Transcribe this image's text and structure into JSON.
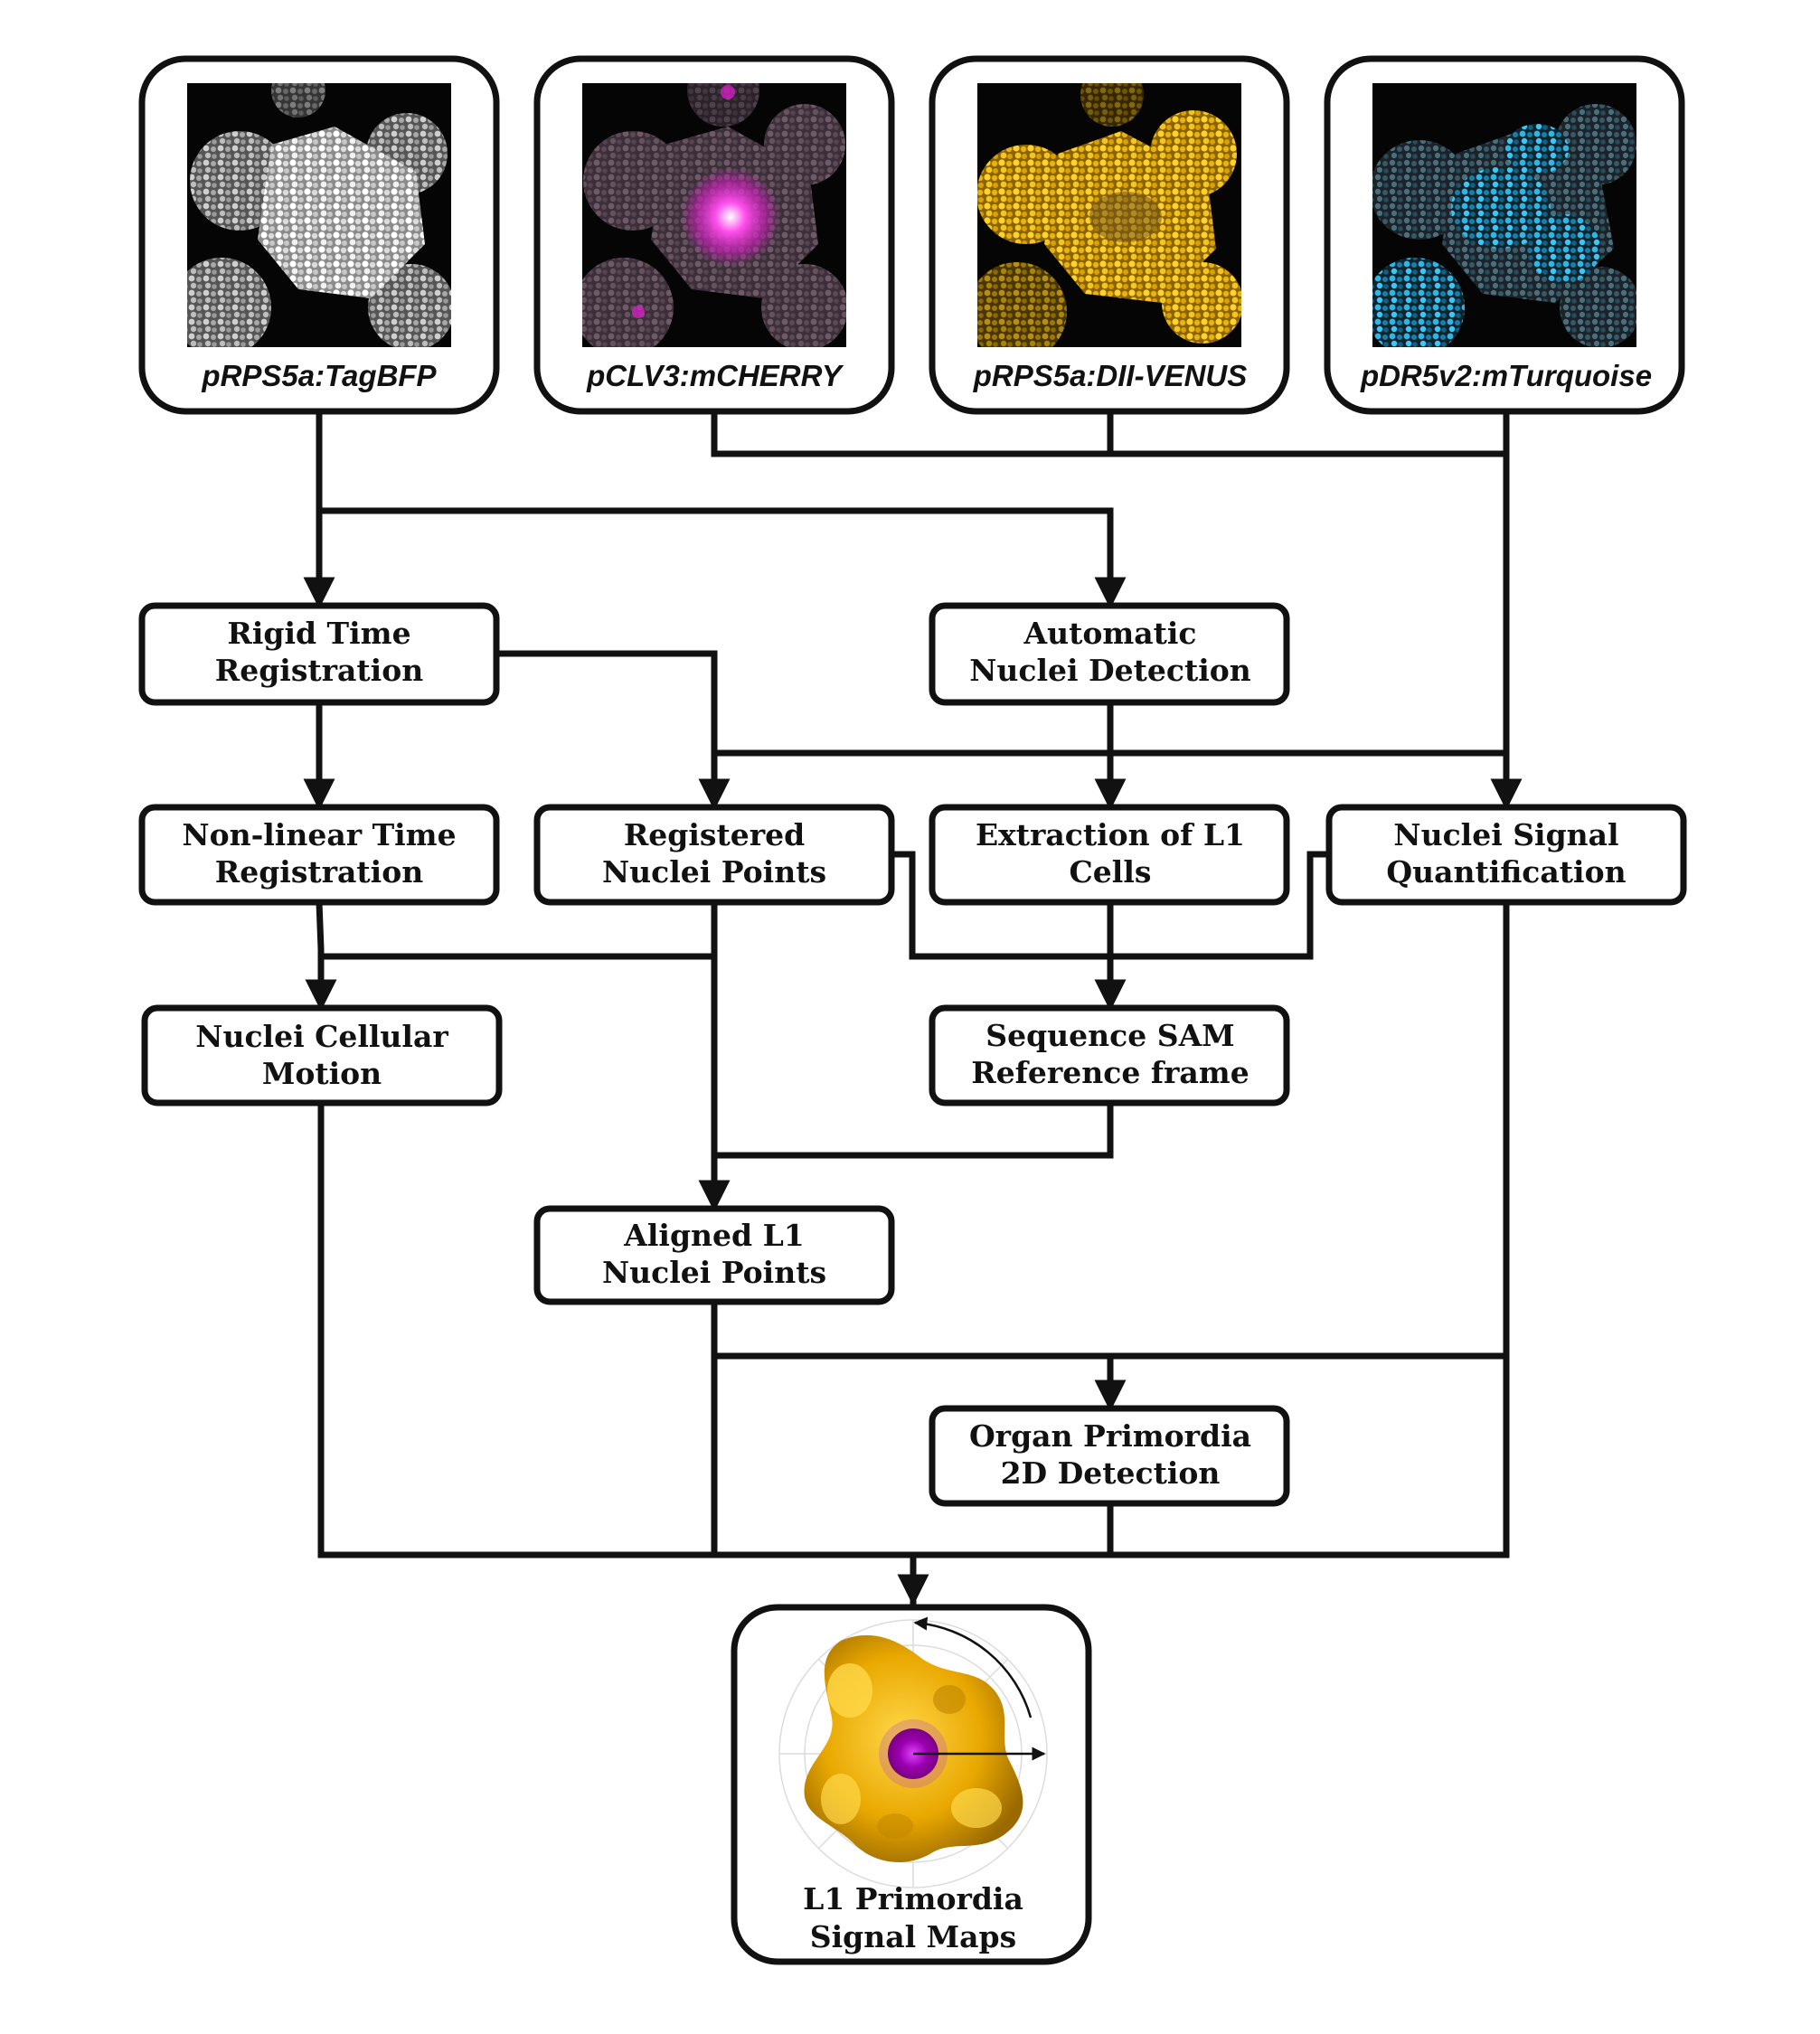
{
  "images": [
    {
      "caption": "pRPS5a:TagBFP",
      "color": "#e8e8e8",
      "core": "#ffffff"
    },
    {
      "caption": "pCLV3:mCHERRY",
      "color": "#6a5563",
      "core": "#ff3fe8"
    },
    {
      "caption": "pRPS5a:DII-VENUS",
      "color": "#e0b020",
      "core": "#ffd23a"
    },
    {
      "caption": "pDR5v2:mTurquoise",
      "color": "#3a5c70",
      "core": "#3ec7f5"
    }
  ],
  "steps": {
    "rigid_time_registration": [
      "Rigid Time",
      "Registration"
    ],
    "automatic_nuclei_detection": [
      "Automatic",
      "Nuclei Detection"
    ],
    "nonlinear_time_registration": [
      "Non-linear Time",
      "Registration"
    ],
    "registered_nuclei_points": [
      "Registered",
      "Nuclei Points"
    ],
    "extraction_l1_cells": [
      "Extraction of L1",
      "Cells"
    ],
    "nuclei_signal_quantification": [
      "Nuclei Signal",
      "Quantification"
    ],
    "nuclei_cellular_motion": [
      "Nuclei Cellular",
      "Motion"
    ],
    "sequence_sam_reference_frame": [
      "Sequence SAM",
      "Reference frame"
    ],
    "aligned_l1_nuclei_points": [
      "Aligned L1",
      "Nuclei Points"
    ],
    "organ_primordia_2d_detection": [
      "Organ Primordia",
      "2D Detection"
    ]
  },
  "output": {
    "title": [
      "L1 Primordia",
      "Signal Maps"
    ],
    "map_color": "#f0b000",
    "center_color": "#b000c0"
  },
  "colors": {
    "line": "#111111",
    "background": "#ffffff"
  }
}
